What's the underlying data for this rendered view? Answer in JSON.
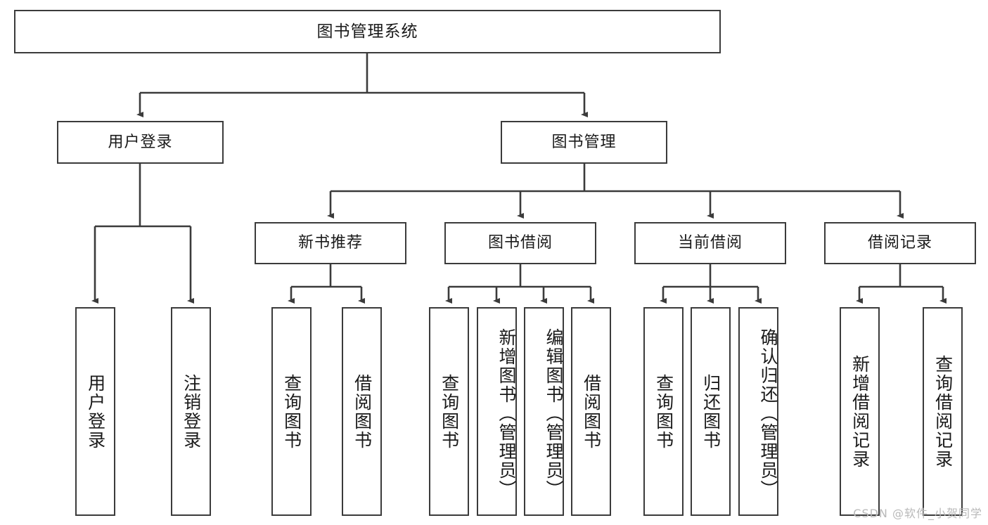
{
  "diagram": {
    "title": "图书管理系统",
    "watermark": "CSDN @软件_小贺同学",
    "colors": {
      "box_border": "#3b3b3b",
      "box_fill": "#ffffff",
      "line": "#3b3b3b",
      "text": "#1a1a1a",
      "watermark": "#b9b9b9",
      "background": "#ffffff"
    },
    "levels": {
      "root": {
        "label": "图书管理系统"
      },
      "level2": [
        {
          "label": "用户登录"
        },
        {
          "label": "图书管理"
        }
      ],
      "level3": [
        {
          "label": "新书推荐"
        },
        {
          "label": "图书借阅"
        },
        {
          "label": "当前借阅"
        },
        {
          "label": "借阅记录"
        }
      ],
      "leaves": {
        "user_login": [
          {
            "label": "用户登录"
          },
          {
            "label": "注销登录"
          }
        ],
        "new_book_recommend": [
          {
            "label": "查询图书"
          },
          {
            "label": "借阅图书"
          }
        ],
        "book_borrow": [
          {
            "label": "查询图书"
          },
          {
            "label": "新增图书（管理员）"
          },
          {
            "label": "编辑图书（管理员）"
          },
          {
            "label": "借阅图书"
          }
        ],
        "current_borrow": [
          {
            "label": "查询图书"
          },
          {
            "label": "归还图书"
          },
          {
            "label": "确认归还（管理员）"
          }
        ],
        "borrow_record": [
          {
            "label": "新增借阅记录"
          },
          {
            "label": "查询借阅记录"
          }
        ]
      }
    }
  }
}
